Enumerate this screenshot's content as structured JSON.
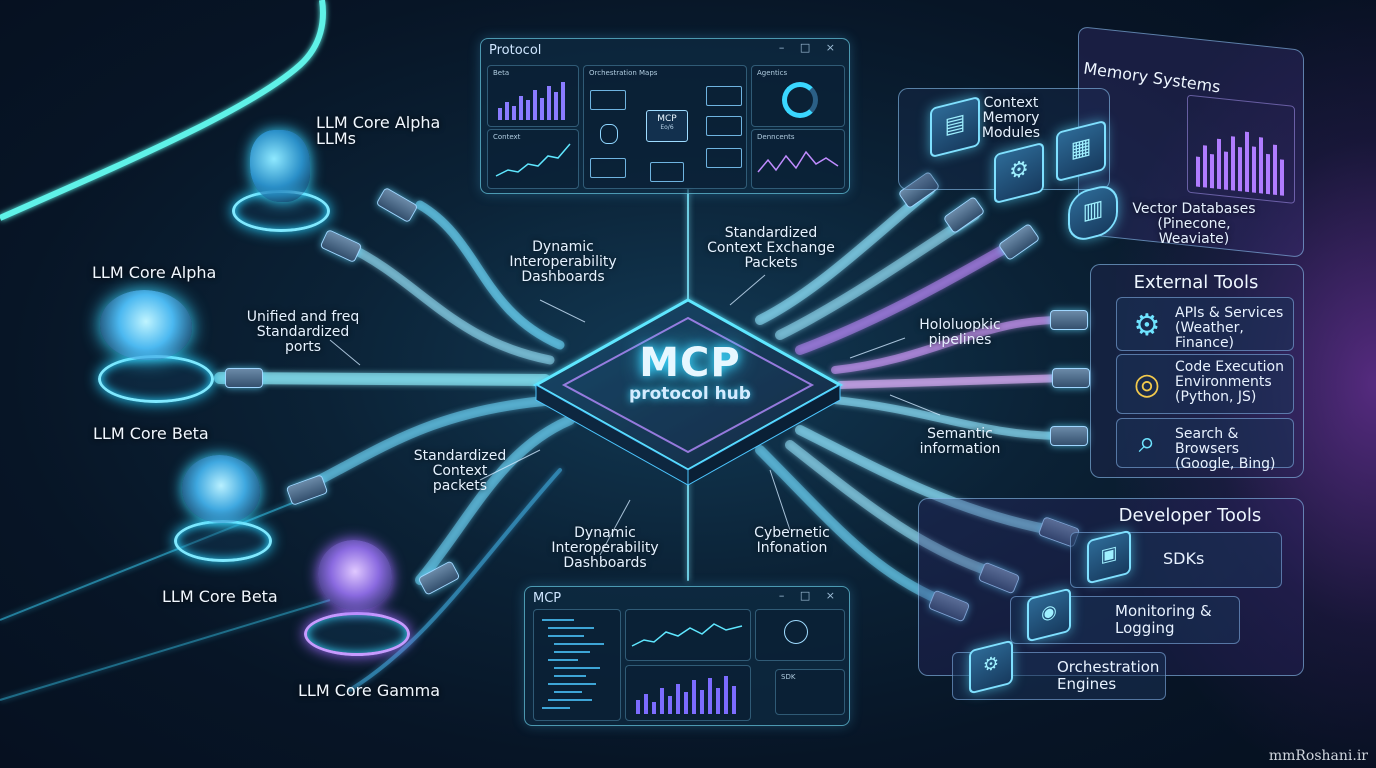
{
  "hub": {
    "title": "MCP",
    "subtitle": "protocol hub"
  },
  "llm_nodes": [
    {
      "name": "LLM Core Alpha\nLLMs",
      "kind": "head-icon"
    },
    {
      "name": "LLM Core Alpha",
      "kind": "brain-icon"
    },
    {
      "name": "LLM Core Beta",
      "kind": "brain-icon"
    },
    {
      "name": "LLM Core Beta",
      "kind": "brain-icon"
    },
    {
      "name": "LLM Core Gamma",
      "kind": "brain-icon"
    }
  ],
  "annotations": {
    "unified_ports": "Unified and freq\nStandardized ports",
    "dynamic_dash_top": "Dynamic\nInteroperability\nDashboards",
    "context_exchange": "Standardized\nContext Exchange\nPackets",
    "holo_pipelines": "Hololuopkic\npipelines",
    "semantic_info": "Semantic\ninformation",
    "std_context_packets": "Standardized\nContext\npackets",
    "dynamic_dash_bottom": "Dynamic\nInteroperability\nDashboards",
    "cybernetic_info": "Cybernetic\nInfonation"
  },
  "protocol_panel": {
    "title": "Protocol",
    "controls": "– □ ×",
    "beta_label": "Beta",
    "context_label": "Context",
    "orchestration_label": "Orchestration Maps",
    "center_label": "MCP",
    "center_sub": "Eo/6",
    "analytics_label": "Agentics",
    "dashboards_label": "Denncents"
  },
  "mcp_panel": {
    "title": "MCP",
    "controls": "– □ ×",
    "sdk_label": "SDK"
  },
  "memory": {
    "title": "Memory Systems",
    "context_modules": "Context\nMemory\nModules",
    "vector_db": "Vector Databases\n(Pinecone, Weaviate)"
  },
  "external_tools": {
    "title": "External Tools",
    "items": [
      {
        "label": "APIs & Services\n(Weather, Finance)",
        "icon": "gear-icon"
      },
      {
        "label": "Code Execution\nEnvironments\n(Python, JS)",
        "icon": "python-icon"
      },
      {
        "label": "Search & Browsers\n(Google, Bing)",
        "icon": "search-icon"
      }
    ]
  },
  "developer_tools": {
    "title": "Developer Tools",
    "items": [
      {
        "label": "SDKs",
        "icon": "chip-icon"
      },
      {
        "label": "Monitoring &\nLogging",
        "icon": "monitor-icon"
      },
      {
        "label": "Orchestration\nEngines",
        "icon": "gear-icon"
      }
    ]
  },
  "watermark": "mmRoshani.ir",
  "colors": {
    "accent_cyan": "#3ad7ff",
    "accent_purple": "#b06cff",
    "background": "#071526"
  }
}
